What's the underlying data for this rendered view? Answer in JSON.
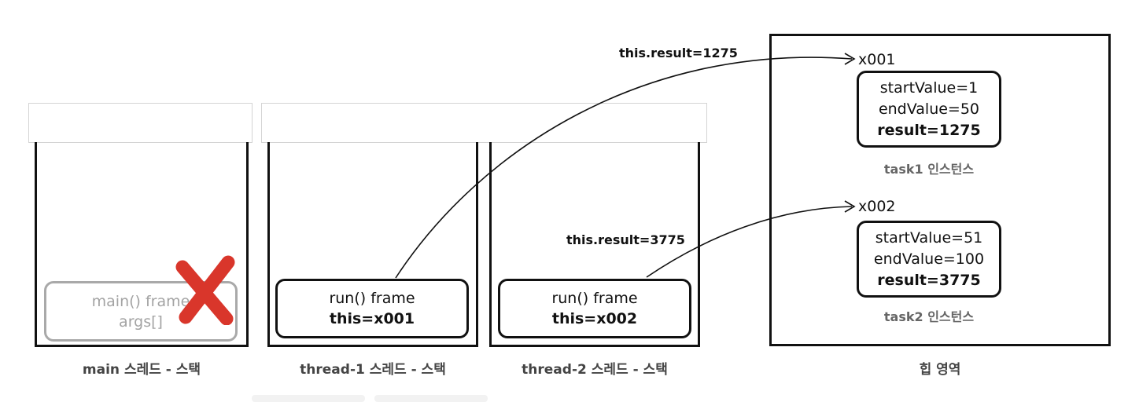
{
  "stacks": [
    {
      "caption": "main 스레드 - 스택"
    },
    {
      "caption": "thread-1 스레드 - 스택"
    },
    {
      "caption": "thread-2 스레드 - 스택"
    }
  ],
  "frames": {
    "main": {
      "line1": "main() frame",
      "line2": "args[]",
      "terminated": true
    },
    "thread1": {
      "line1": "run() frame",
      "line2": "this=x001"
    },
    "thread2": {
      "line1": "run() frame",
      "line2": "this=x002"
    }
  },
  "heap": {
    "caption": "힙 영역",
    "instances": [
      {
        "address": "x001",
        "start": "startValue=1",
        "end": "endValue=50",
        "result": "result=1275",
        "caption": "task1 인스턴스"
      },
      {
        "address": "x002",
        "start": "startValue=51",
        "end": "endValue=100",
        "result": "result=3775",
        "caption": "task2 인스턴스"
      }
    ]
  },
  "arrows": {
    "thread1_label": "this.result=1275",
    "thread2_label": "this.result=3775"
  },
  "colors": {
    "ink": "#111111",
    "terminated_gray": "#a9a9a9",
    "cross_red": "#d9362b"
  }
}
